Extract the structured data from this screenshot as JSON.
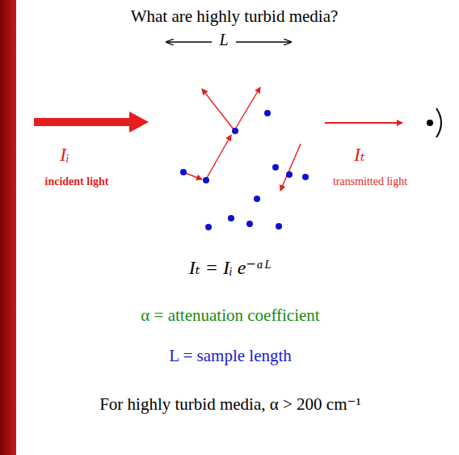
{
  "diagram": {
    "title": "What are highly turbid media?",
    "labels": [
      "L",
      "Iᵢ",
      "incident light",
      "Iₜ",
      "transmitted light",
      "Iₜ = Iᵢ e⁻ᵅᴸ",
      "α = attenuation coefficient",
      "L = sample length",
      "For highly turbid media, α > 200 cm⁻¹"
    ]
  }
}
